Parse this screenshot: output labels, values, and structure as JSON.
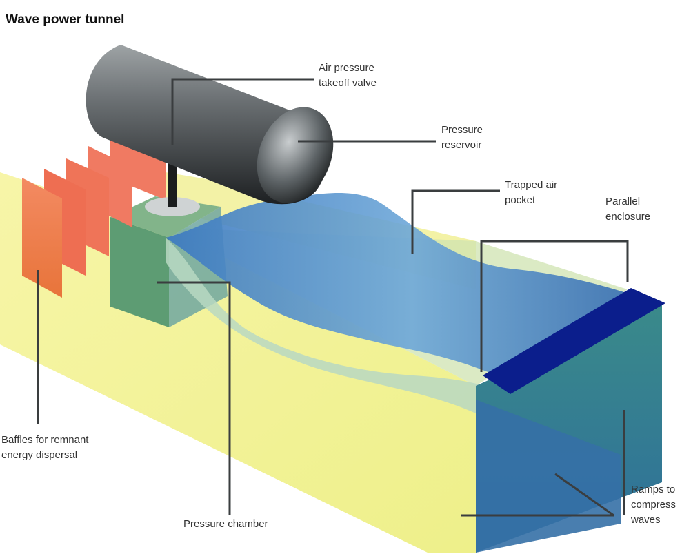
{
  "title": "Wave power tunnel",
  "labels": {
    "air_valves": [
      "Air pressure",
      "takeoff valve"
    ],
    "reservoir": [
      "Pressure",
      "reservoir"
    ],
    "air_pocket": [
      "Trapped air",
      "pocket"
    ],
    "enclosure": [
      "Parallel",
      "enclosure"
    ],
    "baffles": [
      "Baffles for remnant",
      "energy dispersal"
    ],
    "chamber": [
      "Pressure chamber"
    ],
    "ramps": [
      "Ramps to",
      "compress",
      "waves"
    ]
  },
  "colors": {
    "tunnel_yellow": "#f4f3a0",
    "water_blue": "#3f83c4",
    "deep_blue": "#0b1e8c",
    "chamber_green": "#5f9e7a",
    "baffle_orange": "#f07a35",
    "cylinder_gray": "#5c6063"
  }
}
